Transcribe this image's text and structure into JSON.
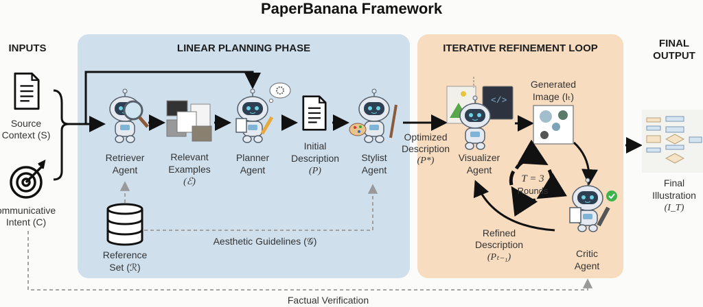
{
  "title": "PaperBanana Framework",
  "sections": {
    "inputs": "INPUTS",
    "linear": "LINEAR PLANNING PHASE",
    "iterative": "ITERATIVE REFINEMENT LOOP",
    "final_1": "FINAL",
    "final_2": "OUTPUT"
  },
  "inputs": {
    "source_1": "Source",
    "source_2": "Context (S)",
    "intent_1": "ommunicative",
    "intent_2": "Intent (C)"
  },
  "nodes": {
    "retriever_1": "Retriever",
    "retriever_2": "Agent",
    "examples_1": "Relevant",
    "examples_2": "Examples",
    "examples_3": "(ℰ)",
    "planner_1": "Planner",
    "planner_2": "Agent",
    "initial_1": "Initial",
    "initial_2": "Description",
    "initial_3": "(P)",
    "stylist_1": "Stylist",
    "stylist_2": "Agent",
    "optimized_1": "Optimized",
    "optimized_2": "Description",
    "optimized_3": "(P*)",
    "visualizer_1": "Visualizer",
    "visualizer_2": "Agent",
    "generated_1": "Generated",
    "generated_2": "Image (Iₜ)",
    "critic_1": "Critic",
    "critic_2": "Agent",
    "refined_1": "Refined",
    "refined_2": "Description",
    "refined_3": "(Pₜ₋₁)",
    "rounds_1": "T = 3",
    "rounds_2": "Rounds",
    "reference_1": "Reference",
    "reference_2": "Set (ℛ)",
    "final_1": "Final",
    "final_2": "Illustration",
    "final_3": "(I_T)"
  },
  "edges": {
    "aesthetic": "Aesthetic Guidelines (𝒢)",
    "factual": "Factual Verification"
  },
  "colors": {
    "linear_panel": "#cfdfec",
    "iterative_panel": "#f7dcc0",
    "robot_body": "#dfe6ee",
    "robot_visor": "#2e3f52",
    "check": "#3cb44b"
  }
}
